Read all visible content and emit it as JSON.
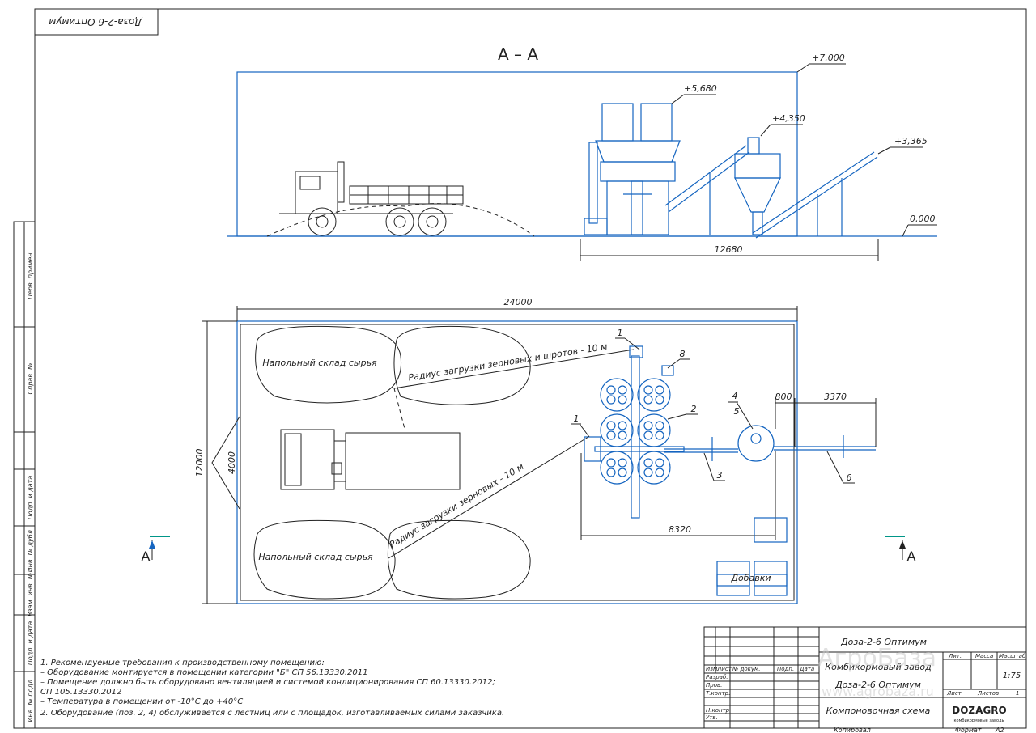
{
  "stamp_top": "Доза-2-6 Оптимум",
  "section": {
    "title": "А – А",
    "levels": [
      "+7,000",
      "+5,680",
      "+4,350",
      "+3,365",
      "0,000"
    ],
    "dim_length": "12680"
  },
  "plan": {
    "dim_width": "24000",
    "dim_height": "12000",
    "dim_inner": "4000",
    "dim_8320": "8320",
    "dim_800": "800",
    "dim_3370": "3370",
    "storage_label": "Напольный склад сырья",
    "radius_top": "Радиус загрузки зерновых и шротов - 10 м",
    "radius_bottom": "Радиус загрузки зерновых - 10 м",
    "additives": "Добавки",
    "section_mark": "А",
    "positions": [
      "1",
      "8",
      "2",
      "1",
      "3",
      "4",
      "5",
      "6"
    ]
  },
  "side_stamps": [
    "Перв. примен.",
    "Справ. №",
    "Подп. и дата",
    "Инв. № дубл.",
    "Взам. инв. №",
    "Подп. и дата",
    "Инв. № подл."
  ],
  "notes": [
    "1. Рекомендуемые требования к производственному помещению:",
    "– Оборудование монтируется в помещении категории \"Б\" СП 56.13330.2011",
    "– Помещение должно быть оборудовано вентиляцией и системой кондиционирования СП 60.13330.2012;",
    "   СП 105.13330.2012",
    "– Температура в помещении от -10°С до +40°С",
    "2. Оборудование (поз. 2, 4) обслуживается с лестниц или с площадок, изготавливаемых силами заказчика."
  ],
  "title_block": {
    "doc_code": "Доза-2-6 Оптимум",
    "plant": "Комбикормовый завод",
    "product": "Доза-2-6 Оптимум",
    "sheet_title": "Компоновочная схема",
    "col_heads": [
      "Изм.",
      "Лист",
      "№ докум.",
      "Подп.",
      "Дата"
    ],
    "roles": [
      "Разраб.",
      "Пров.",
      "Т.контр.",
      "Н.контр.",
      "Утв."
    ],
    "lit": "Лит.",
    "mass": "Масса",
    "scale_head": "Масштаб",
    "scale": "1:75",
    "sheet": "Лист",
    "sheets": "Листов",
    "sheets_val": "1",
    "copied": "Копировал",
    "format": "Формат",
    "format_val": "А2",
    "logo": "DOZAGRO",
    "logo_sub": "комбикормовые заводы"
  },
  "watermark": {
    "line1": "АгроБаза",
    "line2": "www.agrobaza.ru"
  }
}
